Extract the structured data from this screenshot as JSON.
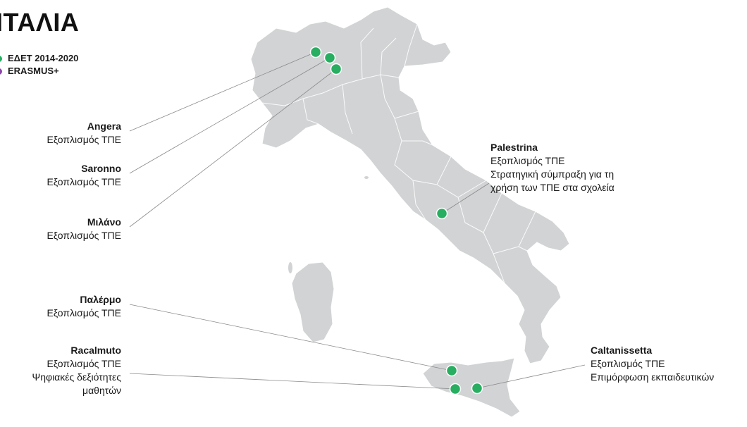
{
  "title": "ΙΤΑΛΙΑ",
  "legend": [
    {
      "label": "ΕΔΕΤ 2014-2020",
      "color": "#27ae60"
    },
    {
      "label": "ERASMUS+",
      "color": "#8e44ad"
    }
  ],
  "colors": {
    "land": "#d1d3d4",
    "border": "#ffffff",
    "marker": "#27ae60",
    "leader": "#8a8a8a"
  },
  "locations": [
    {
      "id": "angera",
      "city": "Angera",
      "lines": [
        "Εξοπλισμός ΤΠΕ"
      ]
    },
    {
      "id": "saronno",
      "city": "Saronno",
      "lines": [
        "Εξοπλισμός ΤΠΕ"
      ]
    },
    {
      "id": "milano",
      "city": "Μιλάνο",
      "lines": [
        "Εξοπλισμός ΤΠΕ"
      ]
    },
    {
      "id": "palermo",
      "city": "Παλέρμο",
      "lines": [
        "Εξοπλισμός ΤΠΕ"
      ]
    },
    {
      "id": "racalmuto",
      "city": "Racalmuto",
      "lines": [
        "Εξοπλισμός ΤΠΕ",
        "Ψηφιακές δεξιότητες",
        "μαθητών"
      ]
    },
    {
      "id": "palestrina",
      "city": "Palestrina",
      "lines": [
        "Εξοπλισμός ΤΠΕ",
        "Στρατηγική σύμπραξη για τη",
        "χρήση των ΤΠΕ στα σχολεία"
      ]
    },
    {
      "id": "caltanissetta",
      "city": "Caltanissetta",
      "lines": [
        "Εξοπλισμός ΤΠΕ",
        "Επιμόρφωση εκπαιδευτικών"
      ]
    }
  ]
}
